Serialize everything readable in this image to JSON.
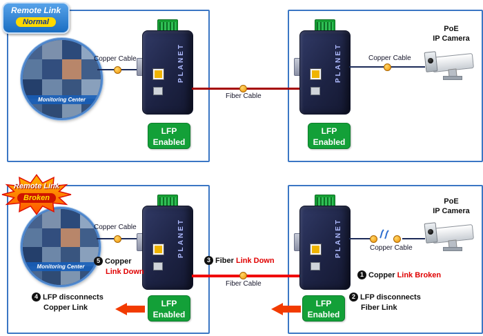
{
  "shared": {
    "device_brand": "PLANET",
    "monitoring_center": "Monitoring Center",
    "copper_cable": "Copper Cable",
    "fiber_cable": "Fiber Cable",
    "camera_line1": "PoE",
    "camera_line2": "IP Camera",
    "lfp_line1": "LFP",
    "lfp_line2": "Enabled"
  },
  "normal_badge": {
    "title": "Remote Link",
    "state": "Normal"
  },
  "broken_badge": {
    "title": "Remote Link",
    "state": "Broken"
  },
  "steps": {
    "s1": {
      "num": "1",
      "black": "Copper",
      "red": "Link Broken"
    },
    "s2": {
      "num": "2",
      "line1": "LFP disconnects",
      "line2": "Fiber Link"
    },
    "s3": {
      "num": "3",
      "black": "Fiber",
      "red": "Link Down"
    },
    "s4": {
      "num": "4",
      "line1": "LFP disconnects",
      "line2": "Copper Link"
    },
    "s5": {
      "num": "5",
      "black": "Copper",
      "red": "Link Down"
    }
  },
  "colors": {
    "box_border": "#3a76c4",
    "lfp_green": "#13a038",
    "copper_cable": "#1b2a57",
    "fiber_cable": "#a50000",
    "fiber_down": "#f00000",
    "connector_orange": "#f09000",
    "alert_red": "#e00000",
    "arrow_red": "#f23b00",
    "badge_blue": "#1a6ec2",
    "badge_yellow": "#ffd900",
    "burst_orange": "#ff7a00"
  }
}
